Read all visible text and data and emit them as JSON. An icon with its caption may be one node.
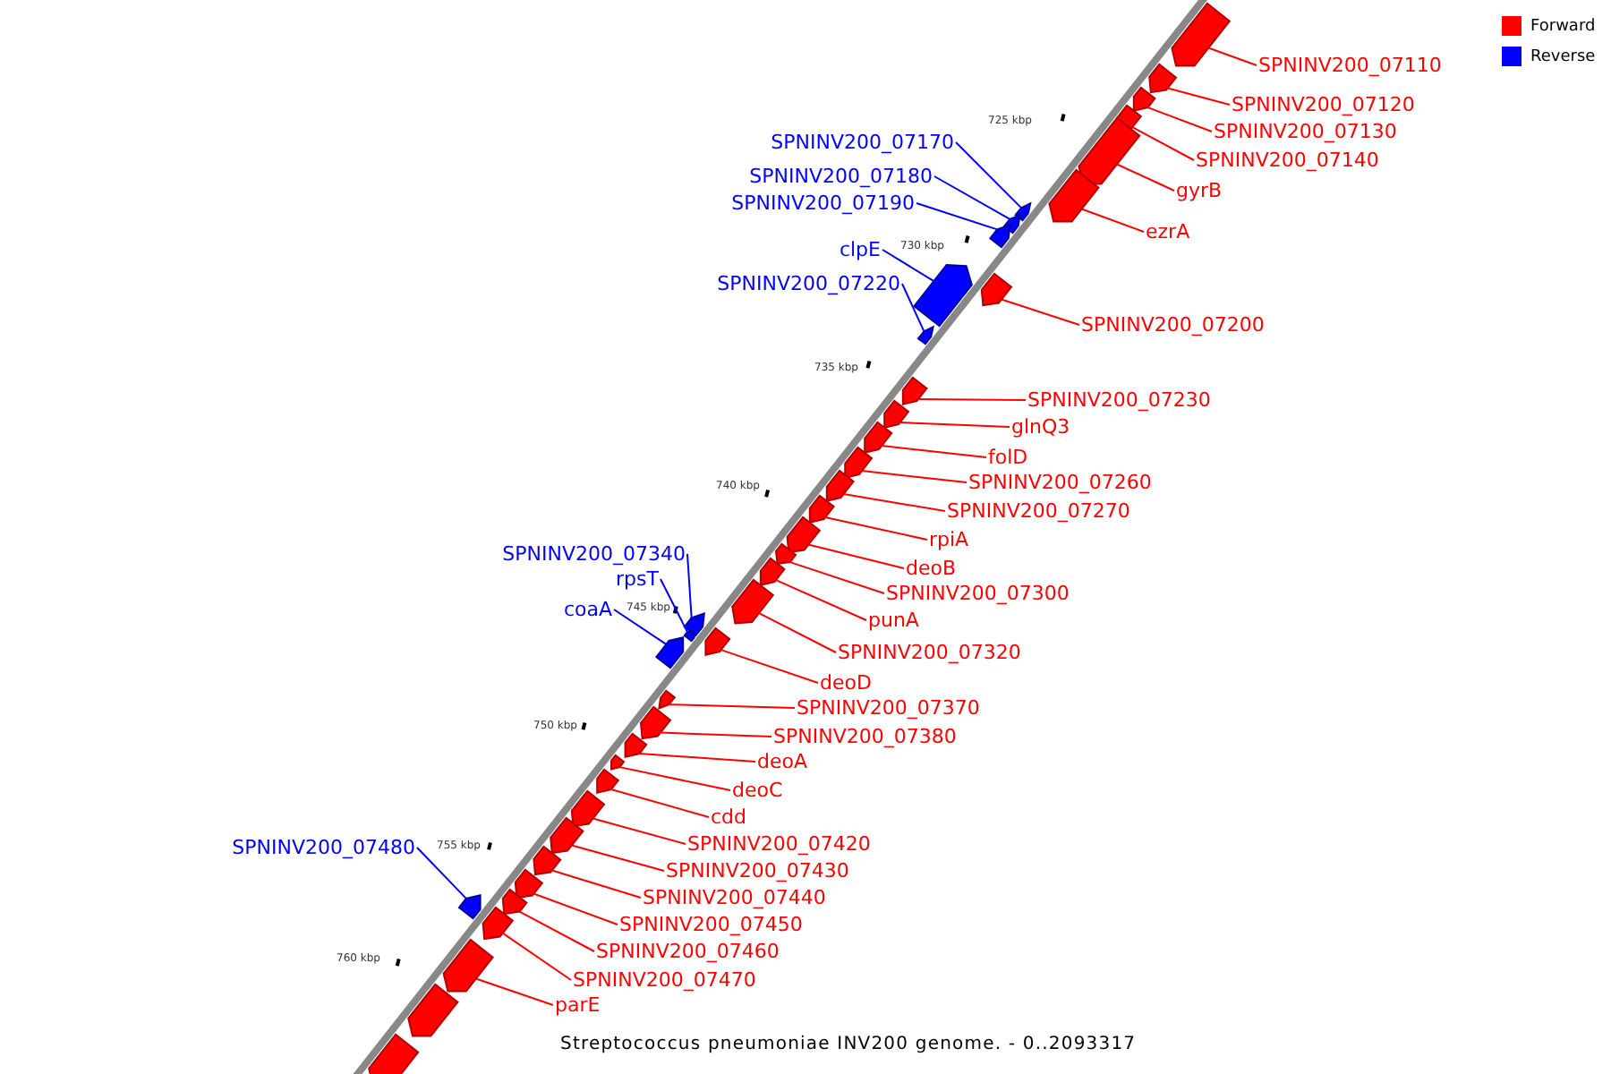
{
  "diagram": {
    "caption": "Streptococcus pneumoniae INV200 genome. - 0..2093317",
    "nodes": [
      {
        "text": [
          "SPNINV200_07110"
        ]
      },
      {
        "text": [],
        "shape": "bar"
      },
      {
        "text": [
          "SPNINV200_07120"
        ]
      },
      {
        "text": [],
        "shape": "bar"
      },
      {
        "text": [
          "SPNINV200_07130"
        ]
      },
      {
        "text": [],
        "shape": "bar"
      },
      {
        "text": [
          "SPNINV200_07140"
        ]
      },
      {
        "text": [],
        "shape": "bar"
      },
      {
        "text": [
          "gyrB"
        ]
      },
      {
        "text": [],
        "shape": "bar"
      },
      {
        "text": [
          "ezrA"
        ]
      },
      {
        "text": [],
        "shape": "bar"
      },
      {
        "text": [
          "SPNINV200_07170"
        ]
      },
      {
        "text": [],
        "shape": "bar"
      },
      {
        "text": [
          "SPNINV200_07180"
        ]
      },
      {
        "text": [],
        "shape": "bar"
      },
      {
        "text": [
          "SPNINV200_07190"
        ]
      },
      {
        "text": [],
        "shape": "bar"
      },
      {
        "text": [
          "clpE"
        ]
      },
      {
        "text": [],
        "shape": "bar"
      },
      {
        "text": [
          "SPNINV200_07200"
        ]
      },
      {
        "text": [],
        "shape": "bar"
      },
      {
        "text": [
          "SPNINV200_07220"
        ]
      },
      {
        "text": [],
        "shape": "bar"
      },
      {
        "text": [
          "SPNINV200_07230"
        ]
      },
      {
        "text": [],
        "shape": "bar"
      },
      {
        "text": [
          "glnQ3"
        ]
      },
      {
        "text": [],
        "shape": "bar"
      },
      {
        "text": [
          "folD"
        ]
      },
      {
        "text": [],
        "shape": "bar"
      },
      {
        "text": [
          "SPNINV200_07260"
        ]
      },
      {
        "text": [],
        "shape": "bar"
      },
      {
        "text": [
          "SPNINV200_07270"
        ]
      },
      {
        "text": [],
        "shape": "bar"
      },
      {
        "text": [
          "rpiA"
        ]
      },
      {
        "text": [],
        "shape": "bar"
      },
      {
        "text": [
          "deoB"
        ]
      },
      {
        "text": [],
        "shape": "bar"
      },
      {
        "text": [
          "SPNINV200_07300"
        ]
      },
      {
        "text": [],
        "shape": "bar"
      },
      {
        "text": [
          "punA"
        ]
      },
      {
        "text": [],
        "shape": "bar"
      },
      {
        "text": [
          "SPNINV200_07320"
        ]
      },
      {
        "text": [],
        "shape": "bar"
      },
      {
        "text": [
          "SPNINV200_07340"
        ]
      },
      {
        "text": [],
        "shape": "bar"
      },
      {
        "text": [
          "rpsT"
        ]
      },
      {
        "text": [],
        "shape": "bar"
      },
      {
        "text": [
          "coaA"
        ]
      },
      {
        "text": [],
        "shape": "bar"
      },
      {
        "text": [
          "deoD"
        ]
      },
      {
        "text": [],
        "shape": "bar"
      },
      {
        "text": [
          "SPNINV200_07370"
        ]
      },
      {
        "text": [],
        "shape": "bar"
      },
      {
        "text": [
          "SPNINV200_07380"
        ]
      },
      {
        "text": [],
        "shape": "bar"
      },
      {
        "text": [
          "deoA"
        ]
      },
      {
        "text": [],
        "shape": "bar"
      },
      {
        "text": [
          "deoC"
        ]
      },
      {
        "text": [],
        "shape": "bar"
      },
      {
        "text": [
          "cdd"
        ]
      },
      {
        "text": [],
        "shape": "bar"
      },
      {
        "text": [
          "SPNINV200_07420"
        ]
      },
      {
        "text": [],
        "shape": "bar"
      },
      {
        "text": [
          "SPNINV200_07430"
        ]
      },
      {
        "text": [],
        "shape": "bar"
      },
      {
        "text": [
          "SPNINV200_07440"
        ]
      },
      {
        "text": [],
        "shape": "bar"
      },
      {
        "text": [
          "SPNINV200_07450"
        ]
      },
      {
        "text": [],
        "shape": "bar"
      },
      {
        "text": [
          "SPNINV200_07460"
        ]
      },
      {
        "text": [],
        "shape": "bar"
      },
      {
        "text": [
          "SPNINV200_07470"
        ]
      },
      {
        "text": [],
        "shape": "bar"
      },
      {
        "text": [
          "SPNINV200_07480"
        ]
      },
      {
        "text": [],
        "shape": "bar"
      },
      {
        "text": [
          "parE"
        ]
      },
      {
        "text": [],
        "shape": "bar"
      },
      {
        "text": [],
        "shape": "bar"
      },
      {
        "text": [],
        "shape": "bar"
      }
    ],
    "edges": [
      {
        "from": 0,
        "to": 1,
        "arrow": "none"
      },
      {
        "from": 2,
        "to": 3,
        "arrow": "none"
      },
      {
        "from": 4,
        "to": 5,
        "arrow": "none"
      },
      {
        "from": 6,
        "to": 7,
        "arrow": "none"
      },
      {
        "from": 8,
        "to": 9,
        "arrow": "none"
      },
      {
        "from": 10,
        "to": 11,
        "arrow": "none"
      },
      {
        "from": 12,
        "to": 13,
        "arrow": "none",
        "color": "#0000ff"
      },
      {
        "from": 14,
        "to": 15,
        "arrow": "none",
        "color": "#0000ff"
      },
      {
        "from": 16,
        "to": 17,
        "arrow": "none",
        "color": "#0000ff"
      },
      {
        "from": 18,
        "to": 19,
        "arrow": "none",
        "color": "#0000ff"
      },
      {
        "from": 20,
        "to": 21,
        "arrow": "none"
      },
      {
        "from": 22,
        "to": 23,
        "arrow": "none",
        "color": "#0000ff"
      },
      {
        "from": 24,
        "to": 25,
        "arrow": "none"
      },
      {
        "from": 26,
        "to": 27,
        "arrow": "none"
      },
      {
        "from": 28,
        "to": 29,
        "arrow": "none"
      },
      {
        "from": 30,
        "to": 31,
        "arrow": "none"
      },
      {
        "from": 32,
        "to": 33,
        "arrow": "none"
      },
      {
        "from": 34,
        "to": 35,
        "arrow": "none"
      },
      {
        "from": 36,
        "to": 37,
        "arrow": "none"
      },
      {
        "from": 38,
        "to": 39,
        "arrow": "none"
      },
      {
        "from": 40,
        "to": 41,
        "arrow": "none"
      },
      {
        "from": 42,
        "to": 43,
        "arrow": "none"
      },
      {
        "from": 44,
        "to": 45,
        "arrow": "none",
        "color": "#0000ff"
      },
      {
        "from": 46,
        "to": 47,
        "arrow": "none",
        "color": "#0000ff"
      },
      {
        "from": 48,
        "to": 49,
        "arrow": "none",
        "color": "#0000ff"
      },
      {
        "from": 50,
        "to": 51,
        "arrow": "none"
      },
      {
        "from": 52,
        "to": 53,
        "arrow": "none"
      },
      {
        "from": 54,
        "to": 55,
        "arrow": "none"
      },
      {
        "from": 56,
        "to": 57,
        "arrow": "none"
      },
      {
        "from": 58,
        "to": 59,
        "arrow": "none"
      },
      {
        "from": 60,
        "to": 61,
        "arrow": "none"
      },
      {
        "from": 62,
        "to": 63,
        "arrow": "none"
      },
      {
        "from": 64,
        "to": 65,
        "arrow": "none"
      },
      {
        "from": 66,
        "to": 67,
        "arrow": "none"
      },
      {
        "from": 68,
        "to": 69,
        "arrow": "none"
      },
      {
        "from": 70,
        "to": 71,
        "arrow": "none"
      },
      {
        "from": 72,
        "to": 73,
        "arrow": "none"
      },
      {
        "from": 74,
        "to": 75,
        "arrow": "none",
        "color": "#0000ff"
      },
      {
        "from": 76,
        "to": 77,
        "arrow": "none"
      }
    ],
    "labels": [
      "725 kbp",
      "730 kbp",
      "735 kbp",
      "740 kbp",
      "745 kbp",
      "750 kbp",
      "755 kbp",
      "760 kbp"
    ],
    "legend": [
      {
        "text": "Forward",
        "color": "#ff0000"
      },
      {
        "text": "Reverse",
        "color": "#0000ff"
      }
    ]
  }
}
